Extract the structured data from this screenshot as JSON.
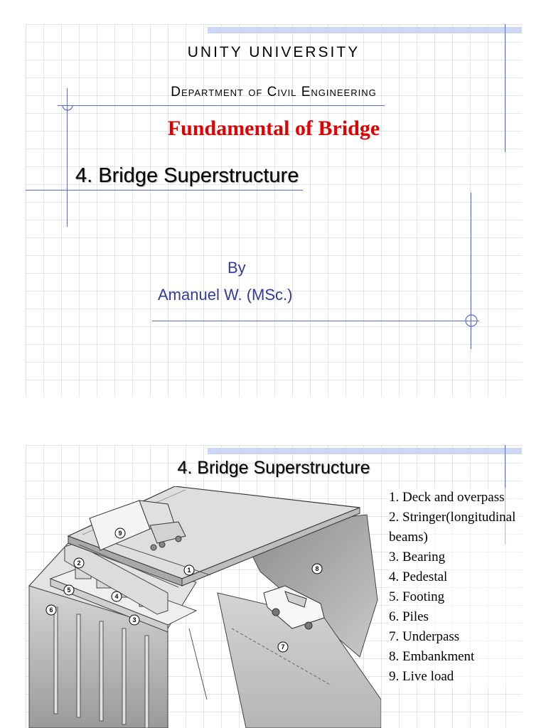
{
  "slide1": {
    "university": "UNITY UNIVERSITY",
    "department": "Department of Civil Engineering",
    "course_title": "Fundamental of Bridge",
    "chapter_title": "4. Bridge Superstructure",
    "by_label": "By",
    "author": "Amanuel W. (MSc.)"
  },
  "slide2": {
    "title": "4. Bridge Superstructure",
    "legend": [
      "1. Deck and overpass",
      "2. Stringer(longitudinal beams)",
      "3. Bearing",
      "4. Pedestal",
      "5. Footing",
      "6. Piles",
      "7. Underpass",
      "8. Embankment",
      "9. Live load"
    ],
    "diagram_markers": [
      "1",
      "2",
      "3",
      "4",
      "5",
      "6",
      "7",
      "8",
      "9"
    ]
  },
  "colors": {
    "course_title": "#e00000",
    "author_text": "#36399a",
    "guide_lines": "#5a6ccf",
    "top_band": "#ccd6f5"
  }
}
